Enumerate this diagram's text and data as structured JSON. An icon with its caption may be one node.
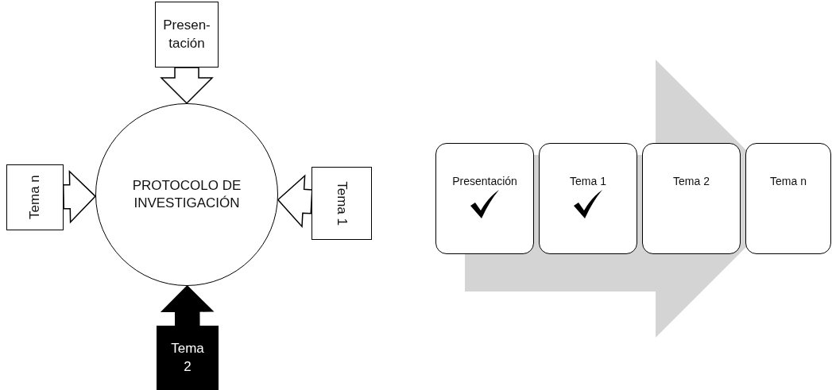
{
  "diagram": {
    "nodes": [
      {
        "text": [
          "PROTOCOLO DE INVESTIGACIÓN"
        ]
      },
      {
        "text": [
          "Presen- tación"
        ]
      },
      {
        "text": [
          "Tema n"
        ]
      },
      {
        "text": [
          "Tema 1"
        ]
      },
      {
        "text": [
          "Tema 2"
        ]
      },
      {
        "text": [
          "Presentación"
        ]
      },
      {
        "text": [
          "Tema 1"
        ]
      },
      {
        "text": [
          "Tema 2"
        ]
      },
      {
        "text": [
          "Tema n"
        ]
      }
    ],
    "edges": [
      {
        "from": 1,
        "to": 0,
        "arrow": "to"
      },
      {
        "from": 2,
        "to": 0,
        "arrow": "to"
      },
      {
        "from": 3,
        "to": 0,
        "arrow": "to"
      },
      {
        "from": 4,
        "to": 0,
        "arrow": "to",
        "color": "#000000"
      },
      {
        "from": 5,
        "to": 8,
        "arrow": "to",
        "color": "#d4d4d4"
      }
    ]
  }
}
